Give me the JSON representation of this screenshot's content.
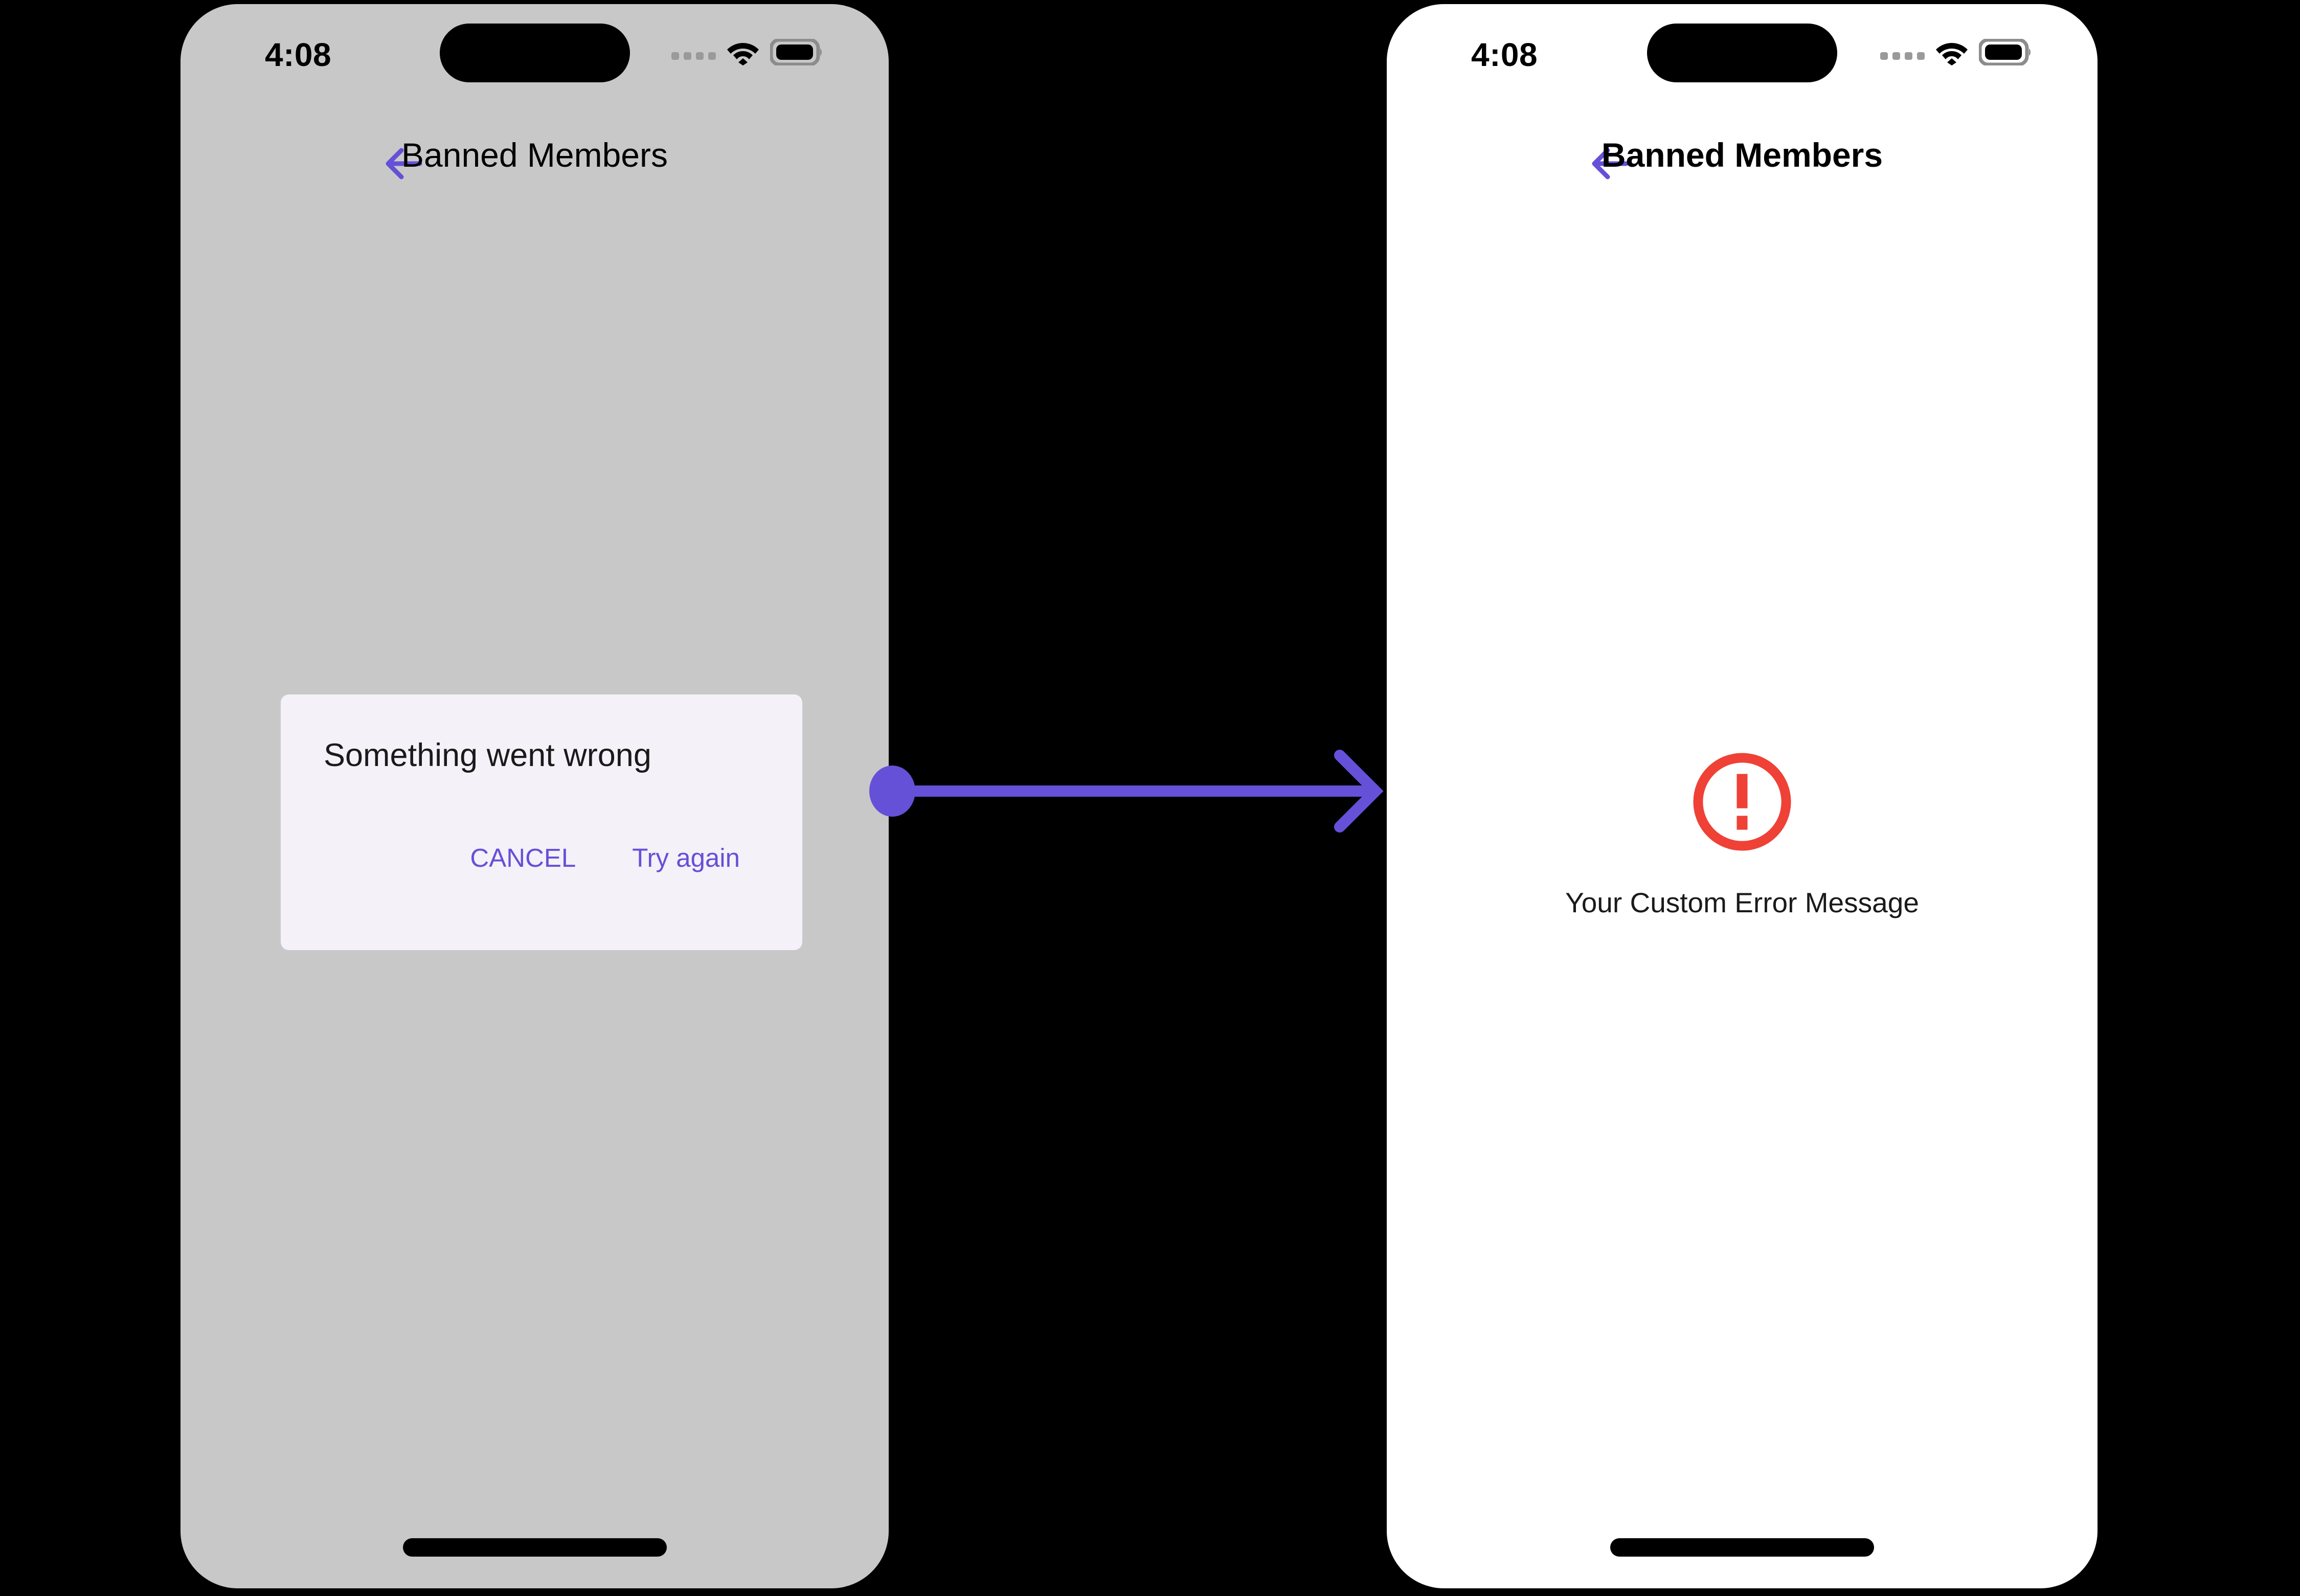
{
  "theme": {
    "accent_purple": "#6550D8",
    "error_red": "#EF4136",
    "scrim_grey": "#C8C8C8",
    "dialog_bg": "#F4F1F8",
    "screen_white": "#FFFFFF",
    "background": "#000000"
  },
  "screens": [
    {
      "id": "before",
      "status_bar": {
        "time": "4:08",
        "signal_icon": "cellular-signal-icon",
        "wifi_icon": "wifi-icon",
        "battery_icon": "battery-icon"
      },
      "nav": {
        "back_icon": "back-arrow-icon",
        "title": "Banned Members"
      },
      "dialog": {
        "title": "Something went wrong",
        "buttons": [
          {
            "label": "CANCEL",
            "name": "cancel-button"
          },
          {
            "label": "Try again",
            "name": "try-again-button"
          }
        ]
      }
    },
    {
      "id": "after",
      "status_bar": {
        "time": "4:08",
        "signal_icon": "cellular-signal-icon",
        "wifi_icon": "wifi-icon",
        "battery_icon": "battery-icon"
      },
      "nav": {
        "back_icon": "back-arrow-icon",
        "title": "Banned Members"
      },
      "error_state": {
        "icon": "error-exclamation-circle-icon",
        "message": "Your Custom Error Message"
      }
    }
  ],
  "connector": {
    "name": "flow-arrow",
    "start_marker": "dot",
    "end_marker": "arrowhead",
    "color": "#6550D8"
  }
}
